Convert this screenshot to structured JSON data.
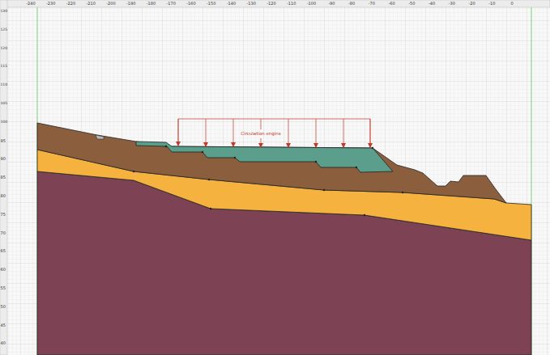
{
  "diagram": {
    "labels": [
      "-240",
      "-230",
      "-220",
      "-210",
      "-200",
      "-190",
      "-180",
      "-170",
      "-160",
      "-150",
      "-140",
      "-130",
      "-120",
      "-110",
      "-100",
      "-90",
      "-80",
      "-70",
      "-60",
      "-50",
      "-40",
      "-30",
      "-20",
      "-10",
      "0",
      "130",
      "125",
      "120",
      "115",
      "110",
      "105",
      "100",
      "95",
      "90",
      "85",
      "80",
      "75",
      "70",
      "65",
      "60",
      "55",
      "50",
      "45",
      "40",
      "Circulation engins"
    ]
  }
}
